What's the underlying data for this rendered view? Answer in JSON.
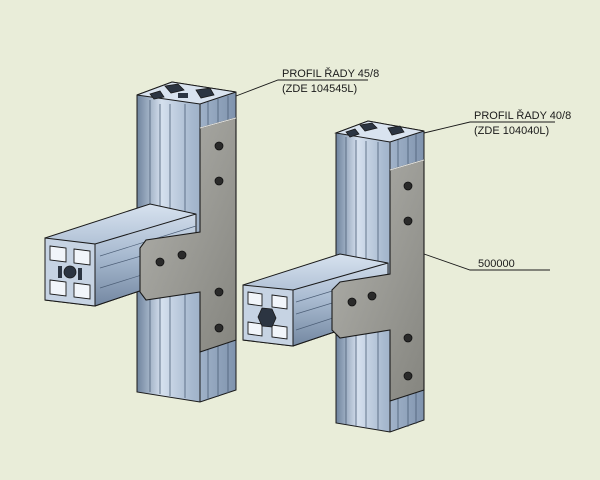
{
  "callouts": {
    "profile_45": {
      "title": "PROFIL ŘADY 45/8",
      "code": "(ZDE 104545L)"
    },
    "profile_40": {
      "title": "PROFIL ŘADY 40/8",
      "code": "(ZDE 104040L)"
    },
    "plate": {
      "code": "500000"
    }
  },
  "colors": {
    "background": "#e9edd9",
    "profile_light": "#c9d6e6",
    "profile_mid": "#9fb2c9",
    "profile_dark": "#6f849e",
    "plate_light": "#a7a7a3",
    "plate_dark": "#7c7c79",
    "outline": "#1a1a1a"
  },
  "icons": {
    "left_assembly": "t-joint-45-icon",
    "right_assembly": "t-joint-40-icon"
  }
}
